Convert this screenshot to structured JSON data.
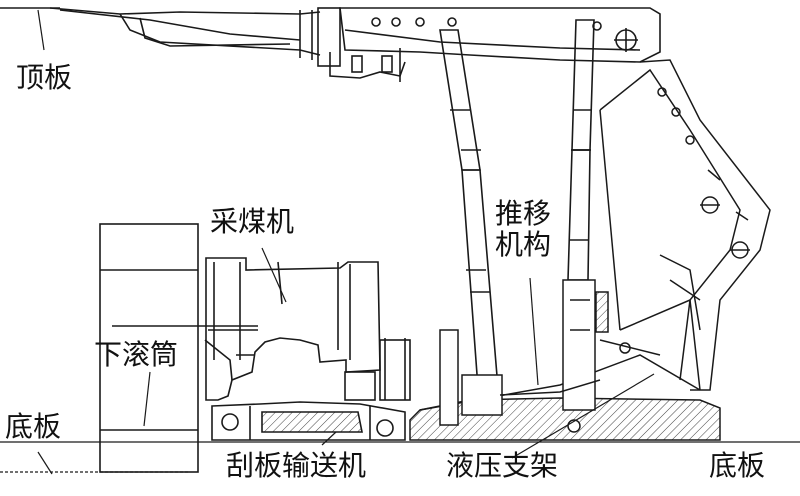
{
  "labels": {
    "roof": "顶板",
    "shearer": "采煤机",
    "pusher_line1": "推移",
    "pusher_line2": "机构",
    "lower_drum": "下滚筒",
    "floor_left": "底板",
    "conveyor": "刮板输送机",
    "support": "液压支架",
    "floor_right": "底板"
  },
  "colors": {
    "stroke": "#1a1a1a",
    "hatch": "#444444",
    "background": "#ffffff"
  }
}
